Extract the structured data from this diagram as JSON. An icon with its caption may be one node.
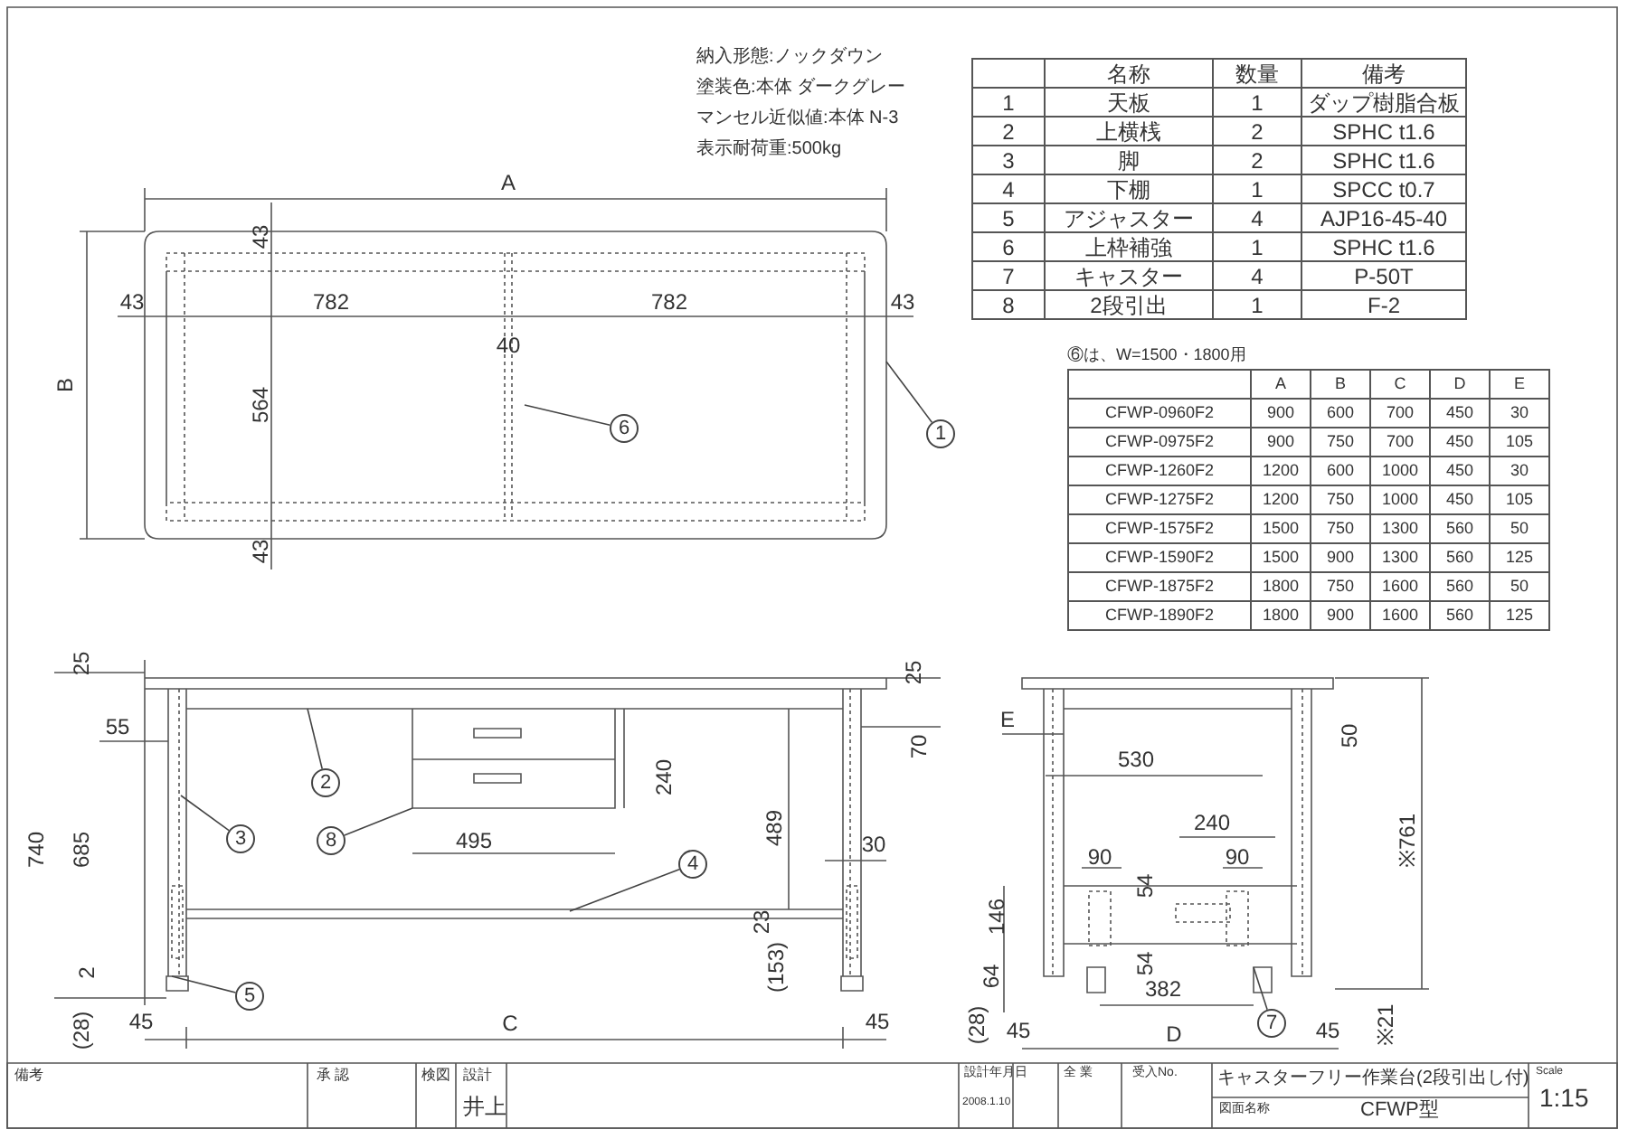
{
  "diagram": {
    "nodes": [
      {
        "text": [
          "1"
        ]
      },
      {
        "text": [
          "2"
        ]
      },
      {
        "text": [
          "3"
        ]
      },
      {
        "text": [
          "4"
        ]
      },
      {
        "text": [
          "5"
        ]
      },
      {
        "text": [
          "6"
        ]
      },
      {
        "text": [
          "7"
        ]
      },
      {
        "text": [
          "8"
        ]
      }
    ],
    "edges": [
      {
        "from": 0,
        "to": null,
        "arrow": "none"
      },
      {
        "from": 1,
        "to": null,
        "arrow": "none"
      },
      {
        "from": 2,
        "to": null,
        "arrow": "none"
      },
      {
        "from": 3,
        "to": null,
        "arrow": "none"
      },
      {
        "from": 4,
        "to": null,
        "arrow": "none"
      },
      {
        "from": 5,
        "to": null,
        "arrow": "none"
      },
      {
        "from": 6,
        "to": null,
        "arrow": "none"
      },
      {
        "from": 7,
        "to": null,
        "arrow": "none"
      }
    ],
    "labels": [
      "納入形態:ノックダウン",
      "塗装色:本体 ダークグレー",
      "マンセル近似値:本体 N-3",
      "表示耐荷重:500kg",
      "名称",
      "数量",
      "備考",
      "1",
      "天板",
      "1",
      "ダップ樹脂合板",
      "2",
      "上横桟",
      "2",
      "SPHC t1.6",
      "3",
      "脚",
      "2",
      "SPHC t1.6",
      "4",
      "下棚",
      "1",
      "SPCC t0.7",
      "5",
      "アジャスター",
      "4",
      "AJP16-45-40",
      "6",
      "上枠補強",
      "1",
      "SPHC t1.6",
      "7",
      "キャスター",
      "4",
      "P-50T",
      "8",
      "2段引出",
      "1",
      "F-2",
      "⑥は、W=1500・1800用",
      "A",
      "B",
      "C",
      "D",
      "E",
      "CFWP-0960F2",
      "900",
      "600",
      "700",
      "450",
      "30",
      "CFWP-0975F2",
      "900",
      "750",
      "700",
      "450",
      "105",
      "CFWP-1260F2",
      "1200",
      "600",
      "1000",
      "450",
      "30",
      "CFWP-1275F2",
      "1200",
      "750",
      "1000",
      "450",
      "105",
      "CFWP-1575F2",
      "1500",
      "750",
      "1300",
      "560",
      "50",
      "CFWP-1590F2",
      "1500",
      "900",
      "1300",
      "560",
      "125",
      "CFWP-1875F2",
      "1800",
      "750",
      "1600",
      "560",
      "50",
      "CFWP-1890F2",
      "1800",
      "900",
      "1600",
      "560",
      "125",
      "A",
      "43",
      "B",
      "43",
      "782",
      "782",
      "43",
      "40",
      "564",
      "43",
      "25",
      "25",
      "55",
      "70",
      "240",
      "489",
      "495",
      "30",
      "740",
      "685",
      "23",
      "(153)",
      "2",
      "(28)",
      "45",
      "C",
      "45",
      "E",
      "50",
      "530",
      "240",
      "90",
      "90",
      "54",
      "146",
      "54",
      "64",
      "382",
      "※761",
      "(28)",
      "45",
      "D",
      "45",
      "※21",
      "備考",
      "承 認",
      "検図",
      "設計",
      "井上",
      "設計年月日",
      "2008.1.10",
      "全 業",
      "受入No.",
      "キャスターフリー作業台(2段引出し付)",
      "図面名称",
      "CFWP型",
      "Scale",
      "1:15"
    ]
  }
}
